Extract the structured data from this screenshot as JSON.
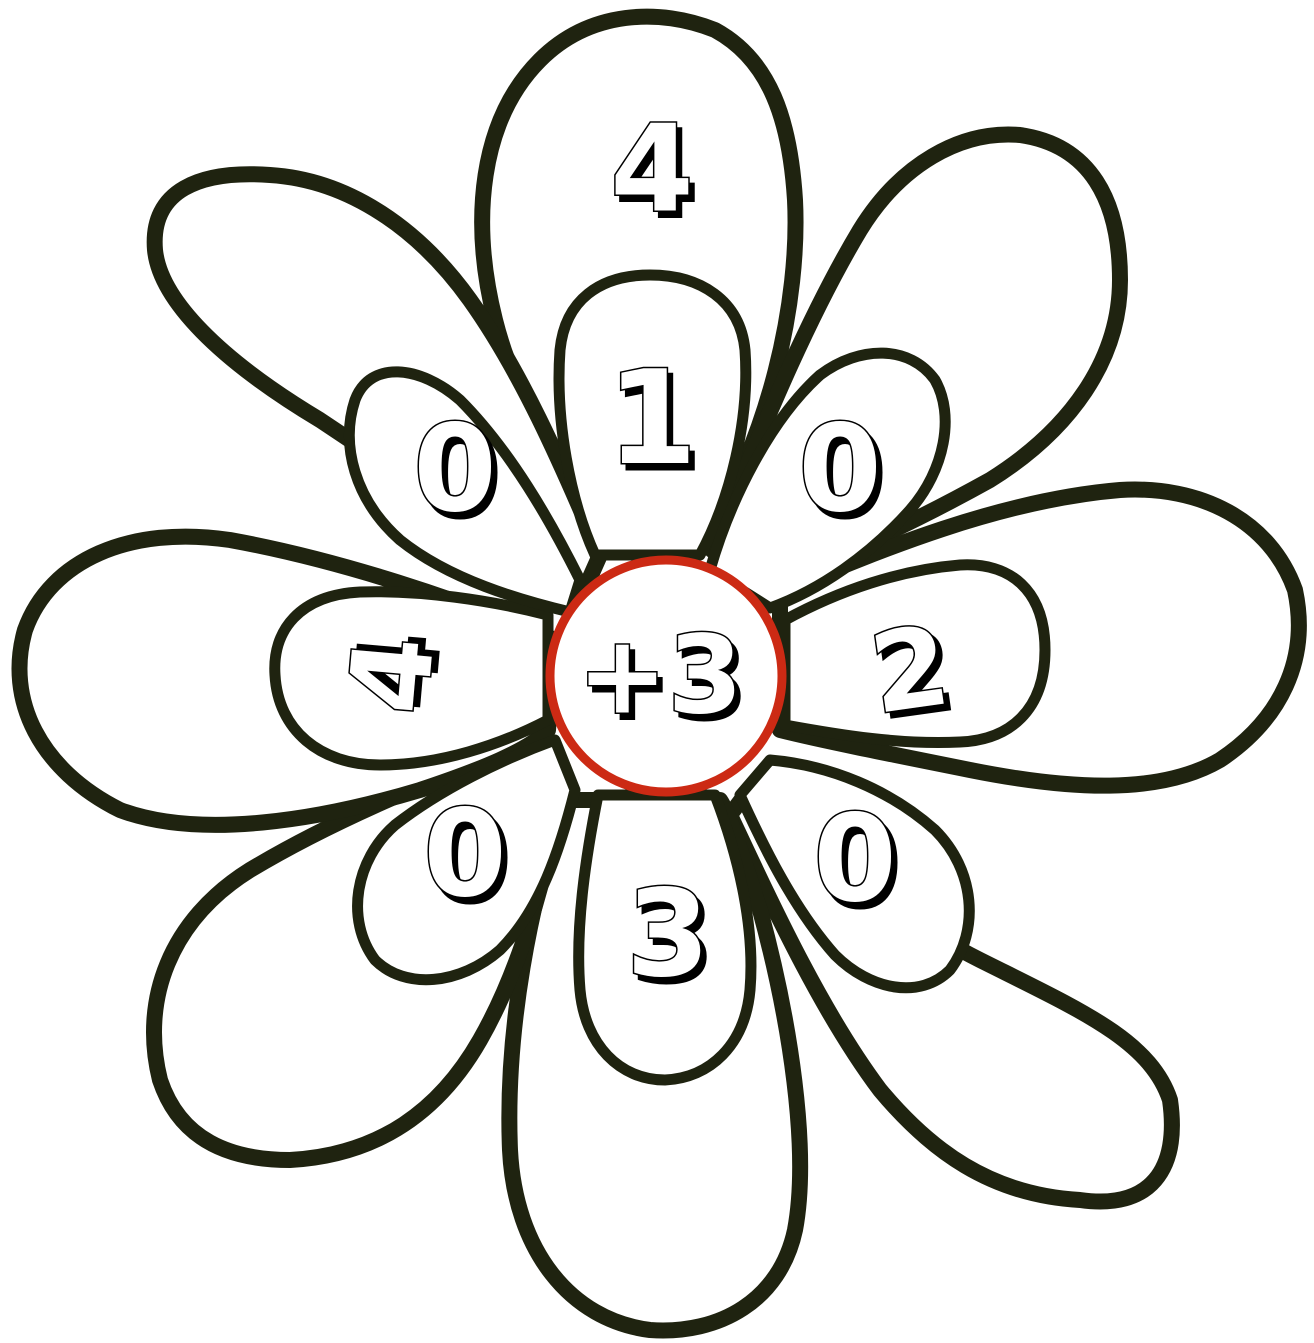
{
  "center_label": "+3",
  "colors": {
    "outline": "#1f2310",
    "center_ring": "#cc2a14",
    "fill": "#ffffff"
  },
  "outer_petals": [
    {
      "label": "4"
    },
    {
      "label": ""
    },
    {
      "label": ""
    },
    {
      "label": ""
    },
    {
      "label": ""
    },
    {
      "label": ""
    },
    {
      "label": ""
    },
    {
      "label": ""
    }
  ],
  "inner_petals": [
    {
      "label": "1"
    },
    {
      "label": "0"
    },
    {
      "label": "2"
    },
    {
      "label": "0"
    },
    {
      "label": "3"
    },
    {
      "label": "0"
    },
    {
      "label": "4"
    },
    {
      "label": "0"
    }
  ]
}
